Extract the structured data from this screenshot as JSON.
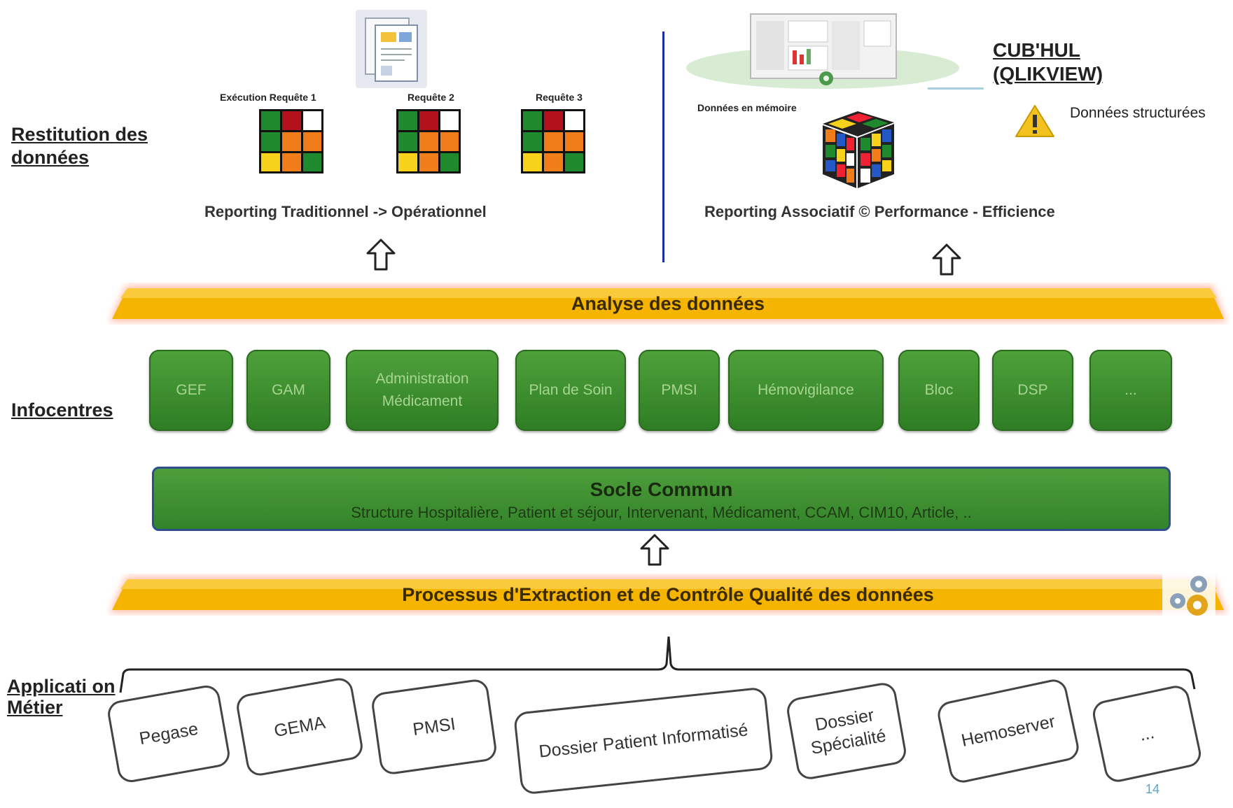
{
  "labels": {
    "restitution": "Restitution des données",
    "infocentres": "Infocentres",
    "applications": "Applicati on Métier"
  },
  "reporting_traditional": {
    "caption_1": "Exécution Requête 1",
    "caption_2": "Requête 2",
    "caption_3": "Requête 3",
    "label": "Reporting Traditionnel  -> Opérationnel"
  },
  "reporting_associative": {
    "caption": "Données en mémoire",
    "label": "Reporting Associatif © Performance - Efficience",
    "cub_line1": "CUB'HUL",
    "cub_line2": "(QLIKVIEW)",
    "structured": "Données structurées"
  },
  "bands": {
    "analyse": "Analyse des données",
    "processus": "Processus d'Extraction  et de Contrôle Qualité des données"
  },
  "infocentres": [
    "GEF",
    "GAM",
    "Administration Médicament",
    "Plan de Soin",
    "PMSI",
    "Hémovigilance",
    "Bloc",
    "DSP",
    "..."
  ],
  "socle": {
    "title": "Socle Commun",
    "subtitle": "Structure Hospitalière, Patient et séjour, Intervenant, Médicament,  CCAM, CIM10, Article, .."
  },
  "applications": [
    "Pegase",
    "GEMA",
    "PMSI",
    "Dossier Patient Informatisé",
    "Dossier Spécialité",
    "Hemoserver",
    "..."
  ],
  "page_number": "14",
  "colors": {
    "band_orange": "#f5b400",
    "band_glow": "#ff9c7a",
    "green_box": "#3d8f2f",
    "divider_blue": "#1d2ea5"
  }
}
